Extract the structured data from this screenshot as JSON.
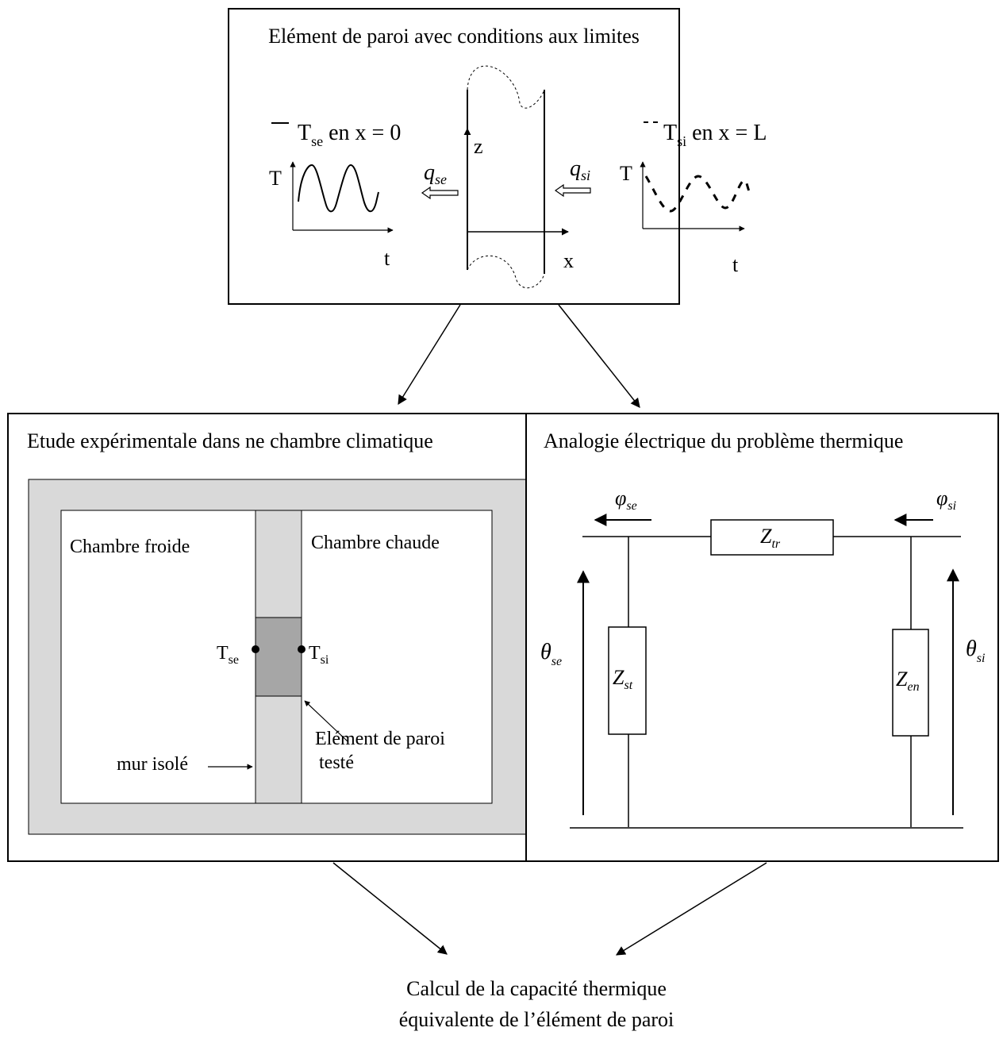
{
  "top_panel": {
    "title": "Elément de paroi avec conditions aux limites",
    "left_legend": {
      "T": "T",
      "sub": "se",
      "rest": " en x = 0"
    },
    "right_legend": {
      "T": "T",
      "sub": "si",
      "rest": " en x = L"
    },
    "axis_T": "T",
    "axis_t": "t",
    "axis_x": "x",
    "axis_z": "z",
    "flux_left": {
      "main": "q",
      "sub": "se"
    },
    "flux_right": {
      "main": "q",
      "sub": "si"
    }
  },
  "left_panel": {
    "title": "Etude expérimentale dans ne chambre climatique",
    "cold_room": "Chambre froide",
    "hot_room": "Chambre chaude",
    "sensor_left": {
      "main": "T",
      "sub": "se"
    },
    "sensor_right": {
      "main": "T",
      "sub": "si"
    },
    "tested_label_1": "Elément de paroi",
    "tested_label_2": "testé",
    "insulated_wall": "mur isolé"
  },
  "right_panel": {
    "title": "Analogie électrique du problème thermique",
    "phi_se": {
      "main": "φ",
      "sub": "se"
    },
    "phi_si": {
      "main": "φ",
      "sub": "si"
    },
    "theta_se": {
      "main": "θ",
      "sub": "se"
    },
    "theta_si": {
      "main": "θ",
      "sub": "si"
    },
    "z_tr": {
      "main": "Z",
      "sub": "tr"
    },
    "z_st": {
      "main": "Z",
      "sub": "st"
    },
    "z_en": {
      "main": "Z",
      "sub": "en"
    }
  },
  "result": {
    "line1": "Calcul de la capacité thermique",
    "line2": "équivalente de l’élément de paroi"
  },
  "colors": {
    "outer_frame": "#d9d9d9",
    "tested_element": "#a6a6a6",
    "stroke": "#000000"
  }
}
